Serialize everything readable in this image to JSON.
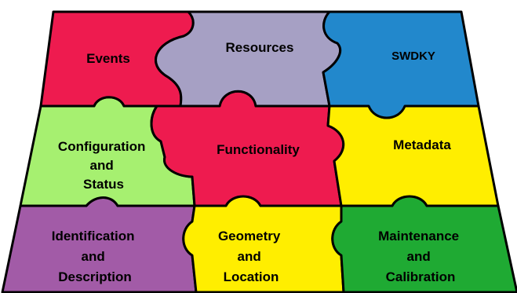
{
  "puzzle": {
    "colors": {
      "red": "#ee1b4f",
      "lavender": "#a6a0c4",
      "blue": "#2288cc",
      "light_green": "#a6f070",
      "yellow": "#ffee00",
      "purple": "#a25ba7",
      "green": "#1faa33",
      "outline": "#000000"
    },
    "pieces": [
      {
        "key": "events",
        "color": "red",
        "lines": [
          "Events"
        ]
      },
      {
        "key": "resources",
        "color": "lavender",
        "lines": [
          "Resources"
        ]
      },
      {
        "key": "swdky",
        "color": "blue",
        "lines": [
          "SWDKY"
        ]
      },
      {
        "key": "configuration_status",
        "color": "light_green",
        "lines": [
          "Configuration",
          "and",
          "Status"
        ]
      },
      {
        "key": "functionality",
        "color": "red",
        "lines": [
          "Functionality"
        ]
      },
      {
        "key": "metadata",
        "color": "yellow",
        "lines": [
          "Metadata"
        ]
      },
      {
        "key": "identification_description",
        "color": "purple",
        "lines": [
          "Identification",
          "and",
          "Description"
        ]
      },
      {
        "key": "geometry_location",
        "color": "yellow",
        "lines": [
          "Geometry",
          "and",
          "Location"
        ]
      },
      {
        "key": "maintenance_calibration",
        "color": "green",
        "lines": [
          "Maintenance",
          "and",
          "Calibration"
        ]
      }
    ]
  }
}
